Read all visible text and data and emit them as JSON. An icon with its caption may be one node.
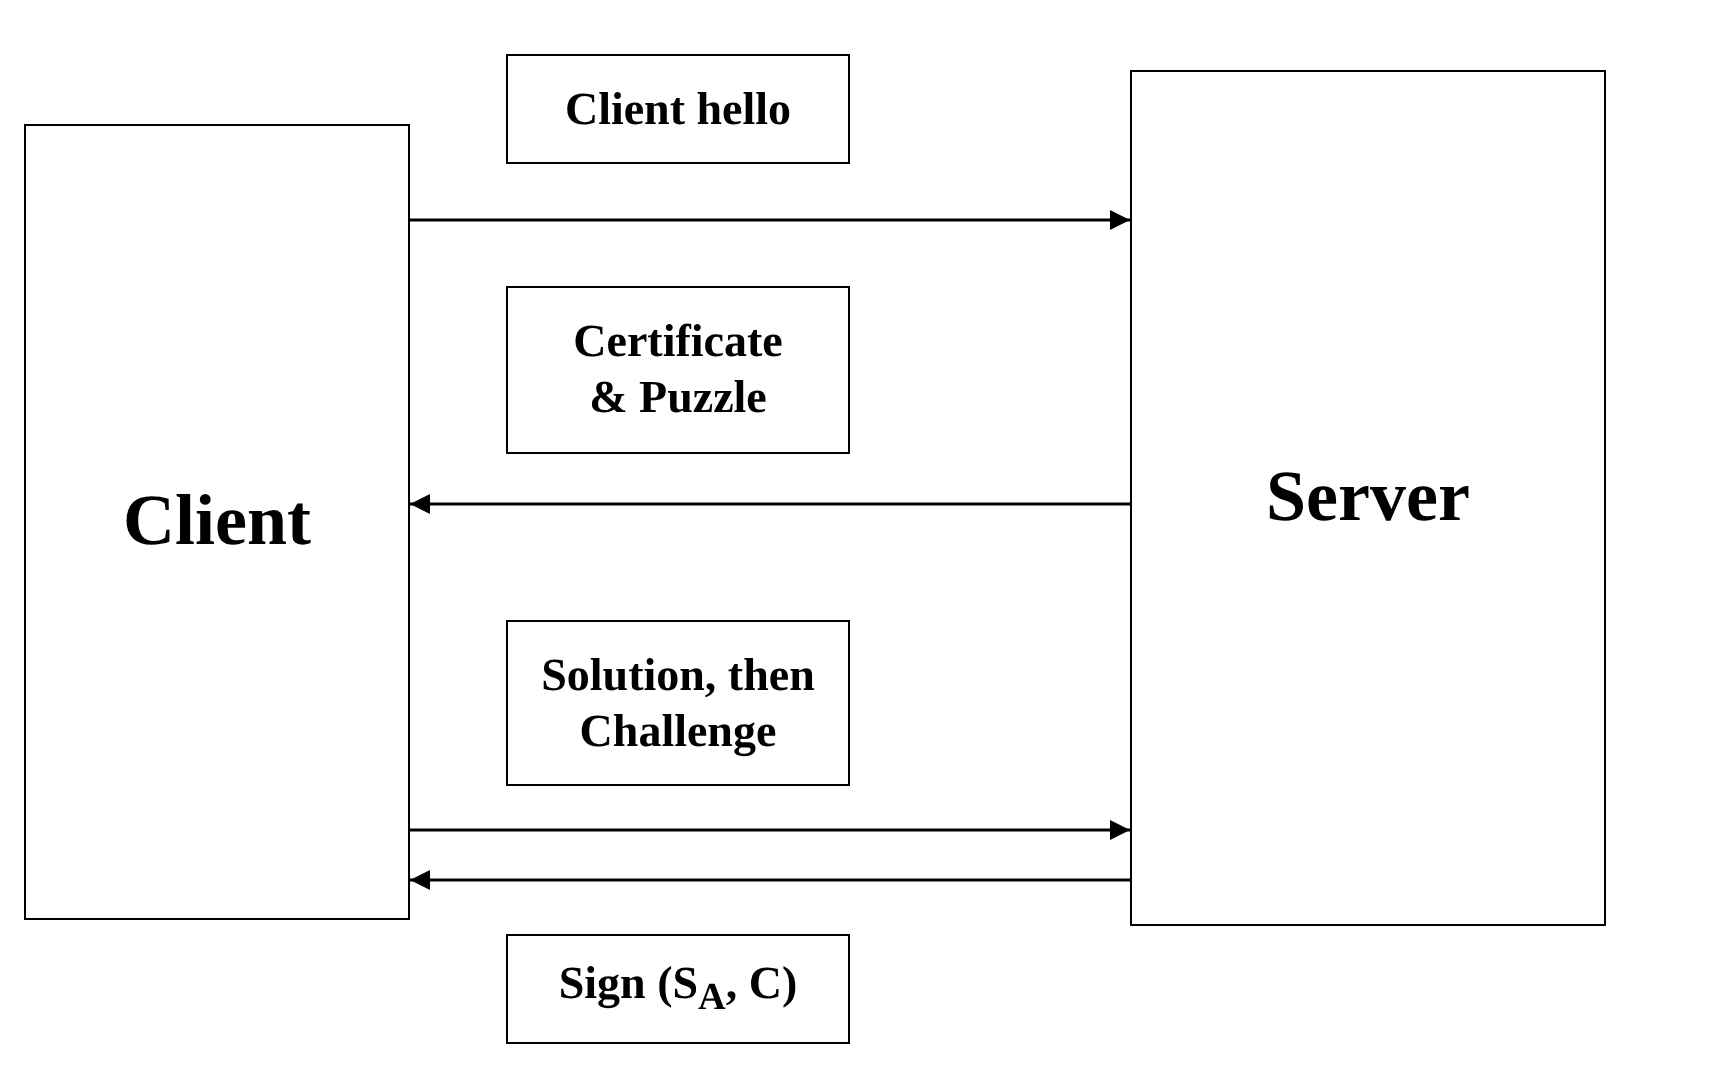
{
  "diagram": {
    "nodes": [
      {
        "text": [
          "Client hello"
        ]
      },
      {
        "text": [
          "Client"
        ]
      },
      {
        "text": [
          "Server"
        ]
      },
      {
        "text": [
          "Certificate & Puzzle"
        ]
      },
      {
        "text": [
          "Solution, then Challenge"
        ]
      },
      {
        "text": [
          "Sign (S$_{A}$, C)"
        ]
      }
    ],
    "edges": [
      {
        "from": 1,
        "to": 2,
        "arrow": "to"
      },
      {
        "from": 2,
        "to": 1,
        "arrow": "to"
      },
      {
        "from": 1,
        "to": 2,
        "arrow": "to"
      },
      {
        "from": 2,
        "to": 1,
        "arrow": "to"
      }
    ]
  }
}
